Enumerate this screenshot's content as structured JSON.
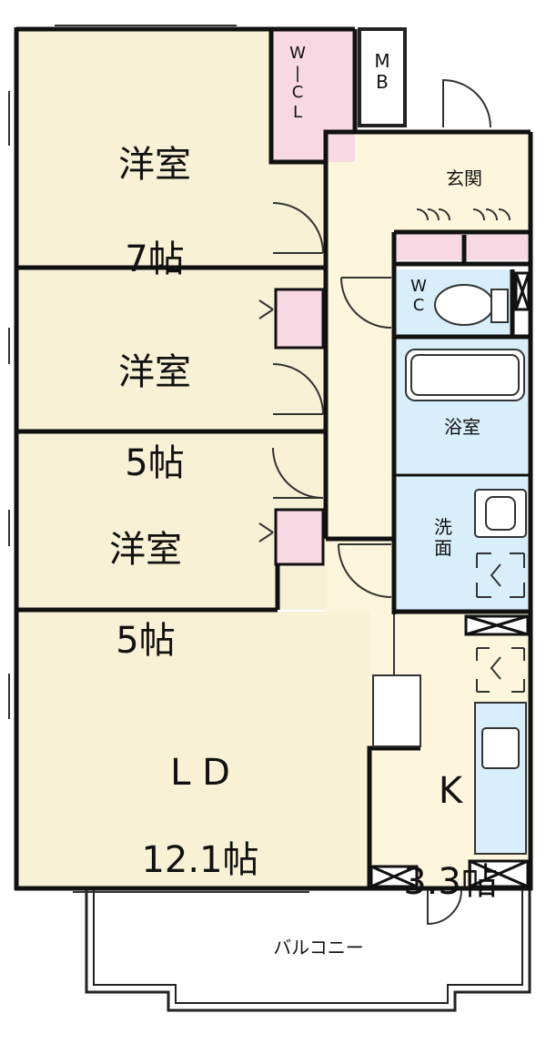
{
  "rooms": {
    "western_room_1": {
      "name": "洋室",
      "size": "7帖"
    },
    "western_room_2": {
      "name": "洋室",
      "size": "5帖"
    },
    "western_room_3": {
      "name": "洋室",
      "size": "5帖"
    },
    "living_dining": {
      "name": "L D",
      "size": "12.1帖"
    },
    "kitchen": {
      "name": "K",
      "size": "3.3帖"
    },
    "entrance": {
      "name": "玄関"
    },
    "bathroom": {
      "name": "浴室"
    },
    "washroom": {
      "name": "洗\n面"
    },
    "toilet": {
      "name": "W\nC"
    },
    "walk_in_closet": {
      "name": "W\n|\nC\nL"
    },
    "meter_box": {
      "name": "M\nB"
    },
    "balcony": {
      "name": "バルコニー"
    }
  },
  "colors": {
    "room_fill": "#f8f1d6",
    "corridor_fill": "#fdf6dc",
    "wet_fill": "#d8eefa",
    "storage_fill": "#f7d8e3",
    "wall": "#111111"
  }
}
